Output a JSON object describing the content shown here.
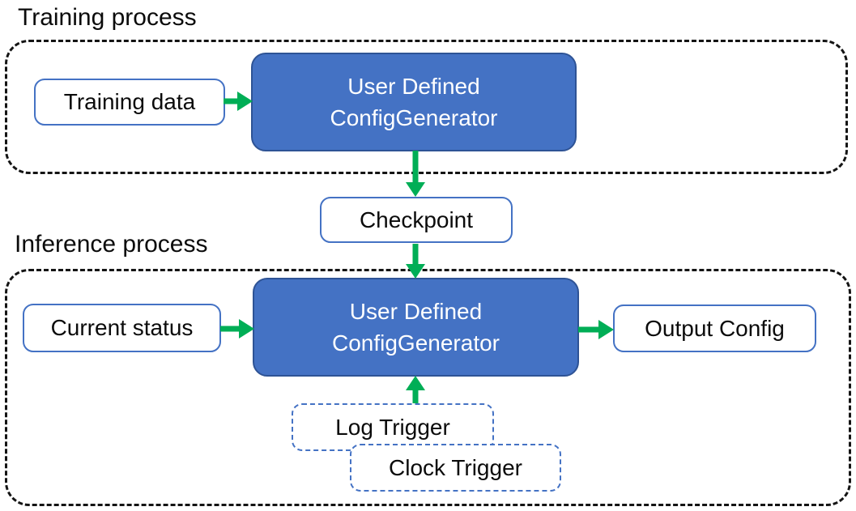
{
  "colors": {
    "blue-fill": "#4472C4",
    "blue-border": "#2E5395",
    "light-box-border": "#4472C4",
    "arrow-green": "#00AE56",
    "dash-black": "#141414",
    "text-dark": "#0b0b0b",
    "text-light": "#ffffff"
  },
  "training": {
    "title": "Training process",
    "input_box": "Training data",
    "generator": {
      "line1": "User Defined",
      "line2": "ConfigGenerator"
    }
  },
  "checkpoint": {
    "label": "Checkpoint"
  },
  "inference": {
    "title": "Inference process",
    "input_box": "Current status",
    "generator": {
      "line1": "User Defined",
      "line2": "ConfigGenerator"
    },
    "output_box": "Output Config",
    "triggers": {
      "log": "Log Trigger",
      "clock": "Clock Trigger"
    }
  }
}
